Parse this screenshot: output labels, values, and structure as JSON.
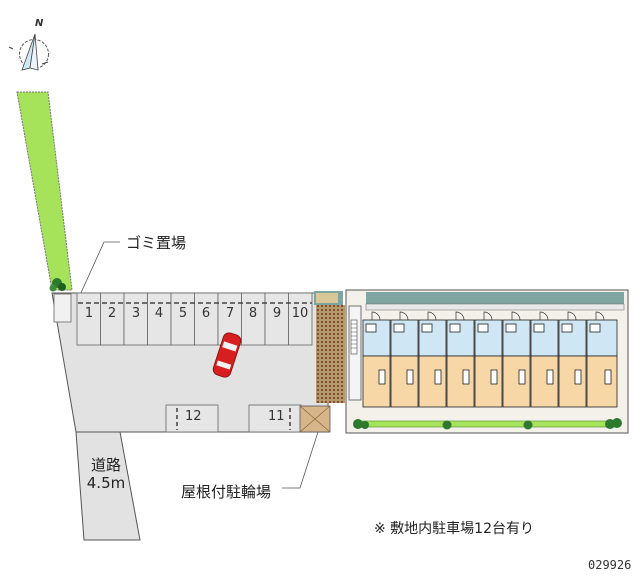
{
  "compass": {
    "north_label": "N",
    "icon": "north-arrow-icon"
  },
  "labels": {
    "garbage_area": "ゴミ置場",
    "road_name": "道路",
    "road_width": "4.5m",
    "covered_bicycle_parking": "屋根付駐輪場",
    "parking_note": "※ 敷地内駐車場12台有り",
    "property_code": "029926"
  },
  "parking": {
    "top_row": [
      "1",
      "2",
      "3",
      "4",
      "5",
      "6",
      "7",
      "8",
      "9",
      "10"
    ],
    "bottom_left": "12",
    "bottom_right": "11",
    "total_spaces": 12
  },
  "building": {
    "unit_count": 9
  },
  "colors": {
    "lawn": "#a6e35a",
    "lot": "#e2e2e2",
    "unit_kitchen": "#cfe6f5",
    "unit_room": "#f8d7a6",
    "paving": "#b39a6b",
    "car": "#d81f1f",
    "wall": "#7fa5a0"
  }
}
